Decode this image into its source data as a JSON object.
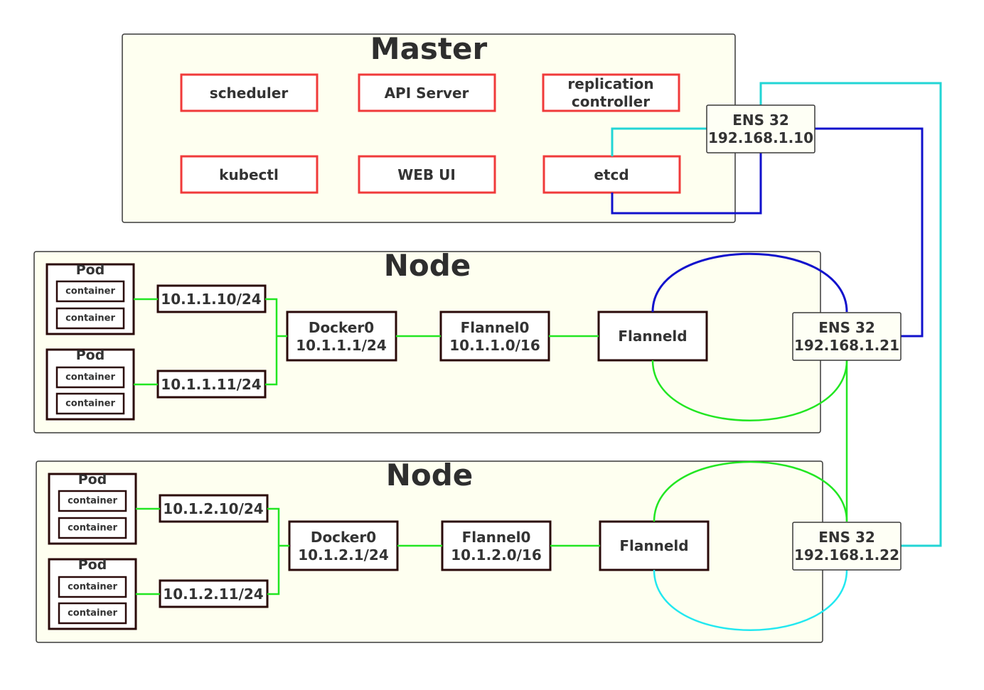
{
  "colors": {
    "green": "#22e622",
    "blue": "#1111cc",
    "cyan": "#22d5d5",
    "component_border": "#f03a3a",
    "panel_fill": "#fefff0"
  },
  "master": {
    "title": "Master",
    "components": {
      "scheduler": "scheduler",
      "api_server": "API Server",
      "replication_line1": "replication",
      "replication_line2": "controller",
      "kubectl": "kubectl",
      "web_ui": "WEB UI",
      "etcd": "etcd"
    },
    "ens": {
      "name": "ENS 32",
      "ip": "192.168.1.10"
    }
  },
  "nodes": [
    {
      "title": "Node",
      "pods": [
        {
          "label": "Pod",
          "containers": [
            "container",
            "container"
          ],
          "ip": "10.1.1.10/24"
        },
        {
          "label": "Pod",
          "containers": [
            "container",
            "container"
          ],
          "ip": "10.1.1.11/24"
        }
      ],
      "docker": {
        "name": "Docker0",
        "ip": "10.1.1.1/24"
      },
      "flannel0": {
        "name": "Flannel0",
        "ip": "10.1.1.0/16"
      },
      "flanneld": "Flanneld",
      "ens": {
        "name": "ENS 32",
        "ip": "192.168.1.21"
      }
    },
    {
      "title": "Node",
      "pods": [
        {
          "label": "Pod",
          "containers": [
            "container",
            "container"
          ],
          "ip": "10.1.2.10/24"
        },
        {
          "label": "Pod",
          "containers": [
            "container",
            "container"
          ],
          "ip": "10.1.2.11/24"
        }
      ],
      "docker": {
        "name": "Docker0",
        "ip": "10.1.2.1/24"
      },
      "flannel0": {
        "name": "Flannel0",
        "ip": "10.1.2.0/16"
      },
      "flanneld": "Flanneld",
      "ens": {
        "name": "ENS 32",
        "ip": "192.168.1.22"
      }
    }
  ]
}
